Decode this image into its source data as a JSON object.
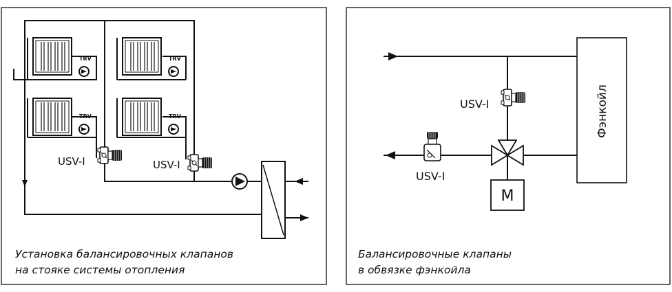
{
  "left_panel": {
    "caption_line1": "Установка балансировочных клапанов",
    "caption_line2": "на стояке системы отопления",
    "valve_label": "USV-I",
    "trv_label": "TRV"
  },
  "right_panel": {
    "caption_line1": "Балансировочные клапаны",
    "caption_line2": "в обвязке фэнкойла",
    "valve_label": "USV-I",
    "fancoil_label": "Фэнкойл",
    "motor_label": "M"
  },
  "colors": {
    "line": "#111111",
    "background": "#ffffff"
  }
}
